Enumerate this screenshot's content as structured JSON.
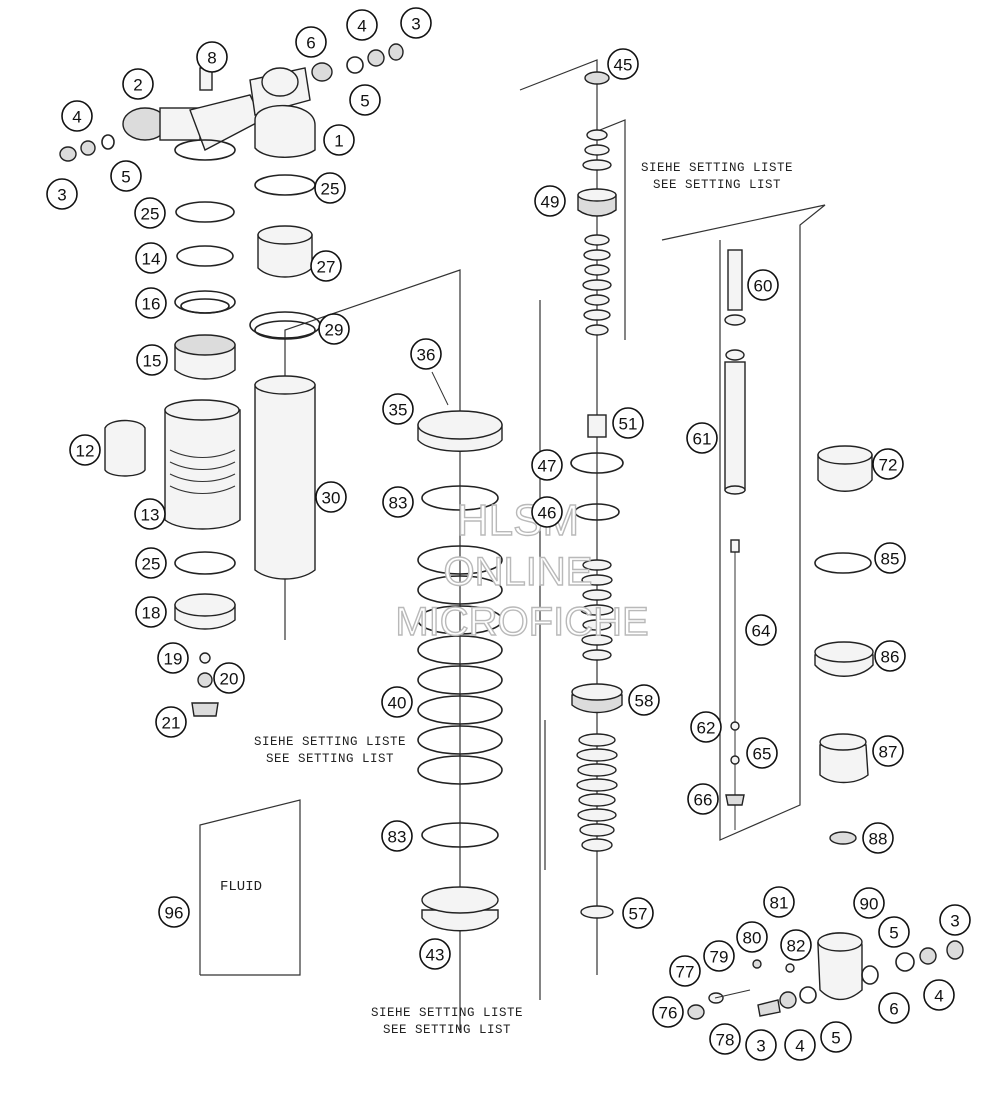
{
  "diagram": {
    "type": "exploded-parts-diagram",
    "colors": {
      "line": "#222222",
      "fill": "#f4f4f4",
      "shade": "#dcdcdc",
      "watermark": "#b9b9b9"
    },
    "watermark": [
      "HLSM",
      "ONLINE",
      "MICROFICHE"
    ],
    "notes": {
      "top_right": [
        "SIEHE SETTING LISTE",
        "SEE SETTING LIST"
      ],
      "spring_left": [
        "SIEHE SETTING LISTE",
        "SEE SETTING LIST"
      ],
      "bottom": [
        "SIEHE SETTING LISTE",
        "SEE SETTING LIST"
      ]
    },
    "fluid_label": "FLUID",
    "callouts": [
      "8",
      "2",
      "4",
      "3",
      "5",
      "6",
      "4",
      "3",
      "5",
      "1",
      "25",
      "25",
      "14",
      "16",
      "15",
      "12",
      "13",
      "25",
      "18",
      "19",
      "20",
      "21",
      "27",
      "29",
      "30",
      "36",
      "35",
      "83",
      "40",
      "83",
      "43",
      "96",
      "45",
      "49",
      "51",
      "47",
      "46",
      "58",
      "57",
      "60",
      "61",
      "64",
      "62",
      "65",
      "66",
      "72",
      "85",
      "86",
      "87",
      "88",
      "90",
      "5",
      "3",
      "81",
      "80",
      "82",
      "79",
      "77",
      "76",
      "78",
      "3",
      "4",
      "5",
      "6",
      "4"
    ]
  }
}
